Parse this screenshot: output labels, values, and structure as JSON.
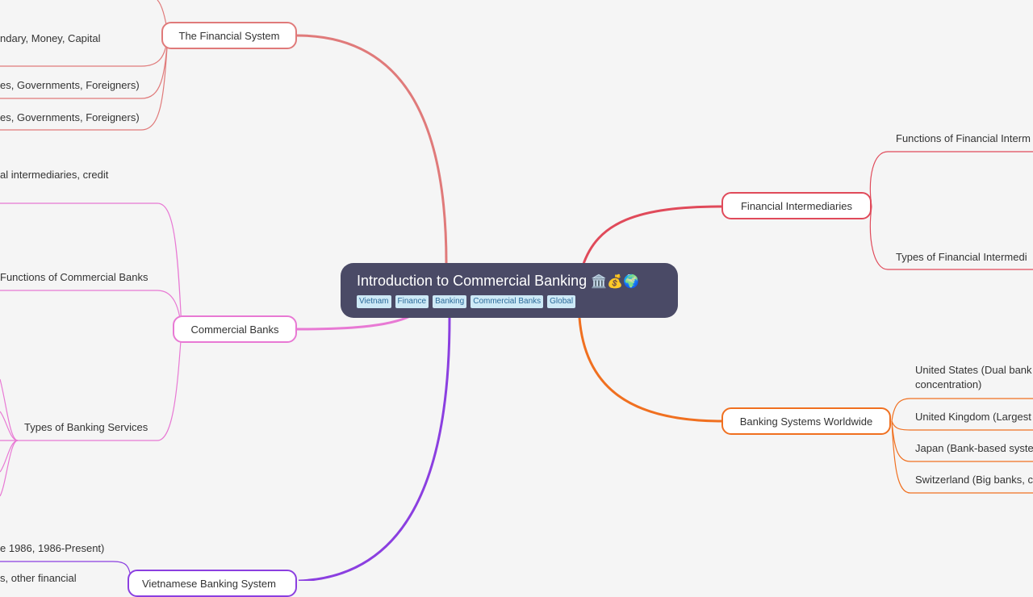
{
  "colors": {
    "background": "#f5f5f5",
    "root_bg": "#4a4a66",
    "financial_system": "#e07a7a",
    "commercial_banks": "#e879d4",
    "vietnamese": "#8b3fe0",
    "intermediaries": "#e04a5a",
    "worldwide": "#f07020",
    "tag_bg": "#cde9f6"
  },
  "root": {
    "title": "Introduction to Commercial Banking",
    "emoji": "🏛️💰🌍",
    "tags": [
      "Vietnam",
      "Finance",
      "Banking",
      "Commercial Banks",
      "Global"
    ]
  },
  "branches": {
    "financial_system": {
      "label": "The Financial System",
      "children": [
        "ndary, Money, Capital",
        "es, Governments, Foreigners)",
        "es, Governments, Foreigners)"
      ]
    },
    "commercial_banks": {
      "label": "Commercial Banks",
      "children": [
        "al intermediaries, credit",
        "Functions of Commercial Banks",
        "Types of Banking Services"
      ]
    },
    "vietnamese": {
      "label": "Vietnamese Banking System",
      "children": [
        "e 1986, 1986-Present)",
        "s, other financial"
      ]
    },
    "intermediaries": {
      "label": "Financial Intermediaries",
      "children": [
        "Functions of Financial Interm",
        "Types of Financial Intermedi"
      ]
    },
    "worldwide": {
      "label": "Banking Systems Worldwide",
      "children": [
        "United States (Dual bank",
        "concentration)",
        "United Kingdom (Largest",
        "Japan (Bank-based syste",
        "Switzerland (Big banks, c"
      ]
    }
  }
}
